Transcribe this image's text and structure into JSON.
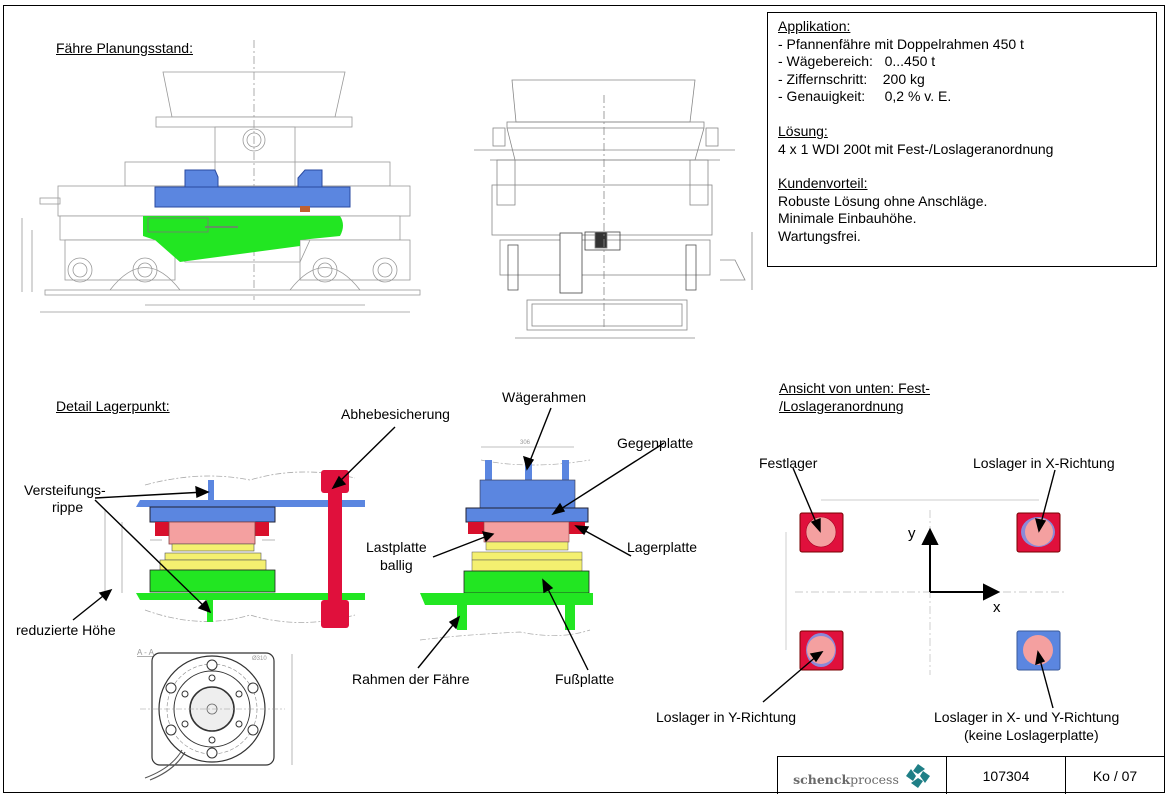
{
  "headings": {
    "planning": "Fähre Planungsstand:",
    "detail": "Detail Lagerpunkt:",
    "bottom_view_line1": "Ansicht von unten:     Fest-",
    "bottom_view_line2": "/Loslageranordnung"
  },
  "info": {
    "application_title": "Applikation:",
    "application_lines": [
      "- Pfannenfähre mit Doppelrahmen 450 t",
      "- Wägebereich:   0...450 t",
      "- Ziffernschritt:    200 kg",
      "- Genauigkeit:     0,2 % v. E."
    ],
    "solution_title": "Lösung:",
    "solution_lines": [
      "4 x 1 WDI 200t mit Fest-/Loslageranordnung"
    ],
    "benefit_title": "Kundenvorteil:",
    "benefit_lines": [
      "Robuste Lösung ohne Anschläge.",
      "Minimale Einbauhöhe.",
      "Wartungsfrei."
    ]
  },
  "detail_labels": {
    "stiffening_rib_1": "Versteifungs-",
    "stiffening_rib_2": "rippe",
    "reduced_height": "reduzierte Höhe",
    "lift_protection": "Abhebesicherung",
    "weigh_frame": "Wägerahmen",
    "counter_plate": "Gegenplatte",
    "load_plate_1": "Lastplatte",
    "load_plate_2": "ballig",
    "bearing_plate": "Lagerplatte",
    "ferry_frame": "Rahmen der Fähre",
    "foot_plate": "Fußplatte",
    "section": "A - A",
    "dim_306": "306",
    "dim_diam": "Ø310"
  },
  "bearing_labels": {
    "fixed": "Festlager",
    "loose_x": "Loslager in X-Richtung",
    "loose_y": "Loslager in Y-Richtung",
    "loose_xy_1": "Loslager in X- und Y-Richtung",
    "loose_xy_2": "(keine Loslagerplatte)",
    "axis_x": "x",
    "axis_y": "y"
  },
  "titleblock": {
    "logo_bold": "schenck",
    "logo_rest": "process",
    "drawing_number": "107304",
    "revision": "Ko / 07"
  },
  "colors": {
    "weigh_frame_blue": "#5b86e0",
    "base_green": "#1ee61e",
    "bolt_red": "#e0103c",
    "load_pink": "#f4a0a0",
    "cell_yellow": "#f4f070",
    "logo_teal": "#1f7f86"
  }
}
